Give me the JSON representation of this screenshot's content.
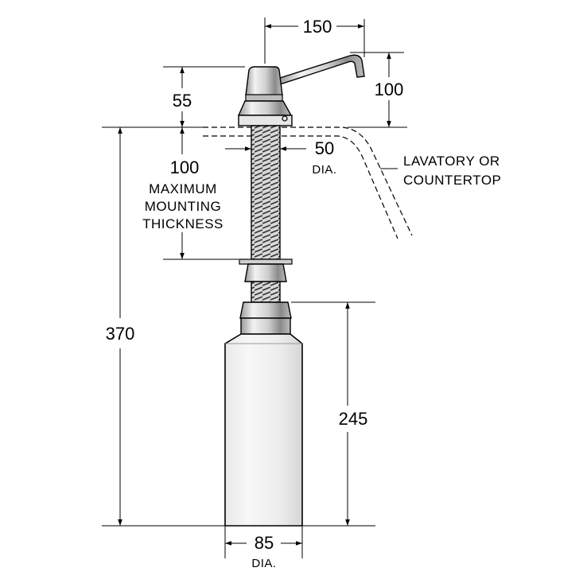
{
  "dimensions": {
    "spout_reach": "150",
    "spout_height": "100",
    "head_height": "55",
    "hole_dia_value": "50",
    "hole_dia_unit": "DIA.",
    "max_thickness_value": "100",
    "max_thickness_line1": "MAXIMUM",
    "max_thickness_line2": "MOUNTING",
    "max_thickness_line3": "THICKNESS",
    "overall_height": "370",
    "bottle_height": "245",
    "bottle_dia_value": "85",
    "bottle_dia_unit": "DIA."
  },
  "annotation": {
    "line1": "LAVATORY OR",
    "line2": "COUNTERTOP"
  }
}
